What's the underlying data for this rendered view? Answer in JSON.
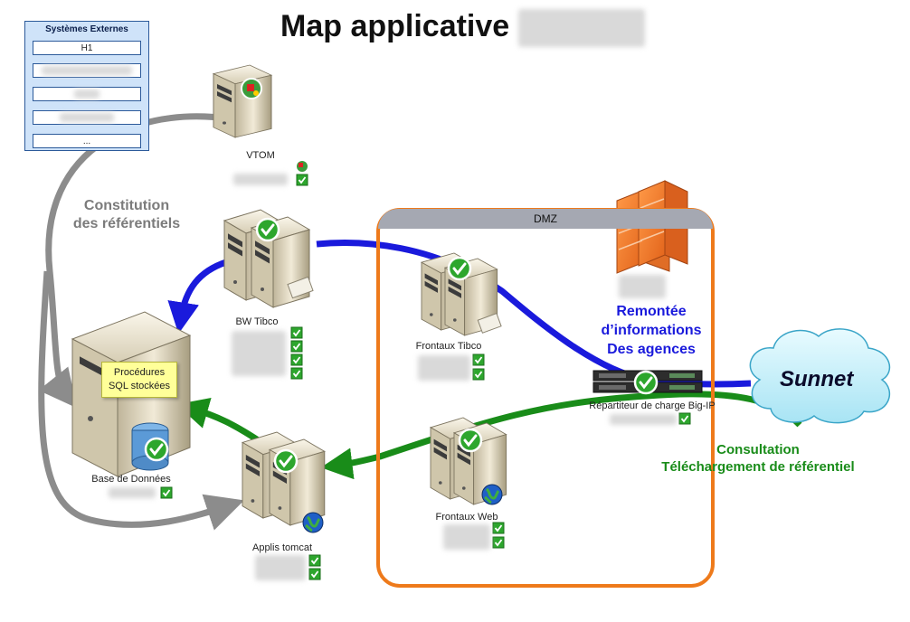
{
  "title": "Map applicative",
  "external_systems": {
    "title": "Systèmes Externes",
    "items": [
      "H1",
      "",
      "",
      "",
      "..."
    ]
  },
  "nodes": {
    "vtom": "VTOM",
    "bw_tibco": "BW Tibco",
    "frontaux_tibco": "Frontaux Tibco",
    "base_donnees": "Base de Données",
    "applis_tomcat": "Applis tomcat",
    "frontaux_web": "Frontaux Web",
    "repartiteur": "Répartiteur de charge Big-IP"
  },
  "dmz_label": "DMZ",
  "sql_note": [
    "Procédures",
    "SQL stockées"
  ],
  "annotations": {
    "constitution": [
      "Constitution",
      "des référentiels"
    ],
    "remontee": [
      "Remontée",
      "d’informations",
      "Des agences"
    ],
    "consultation": [
      "Consultation",
      "Téléchargement de référentiel"
    ]
  },
  "cloud_label": "Sunnet",
  "colors": {
    "grey_flow": "#8c8c8c",
    "blue_flow": "#1a1adc",
    "green_flow": "#198c19",
    "dmz_border": "#ee7a1b",
    "check_green": "#2da62d"
  }
}
